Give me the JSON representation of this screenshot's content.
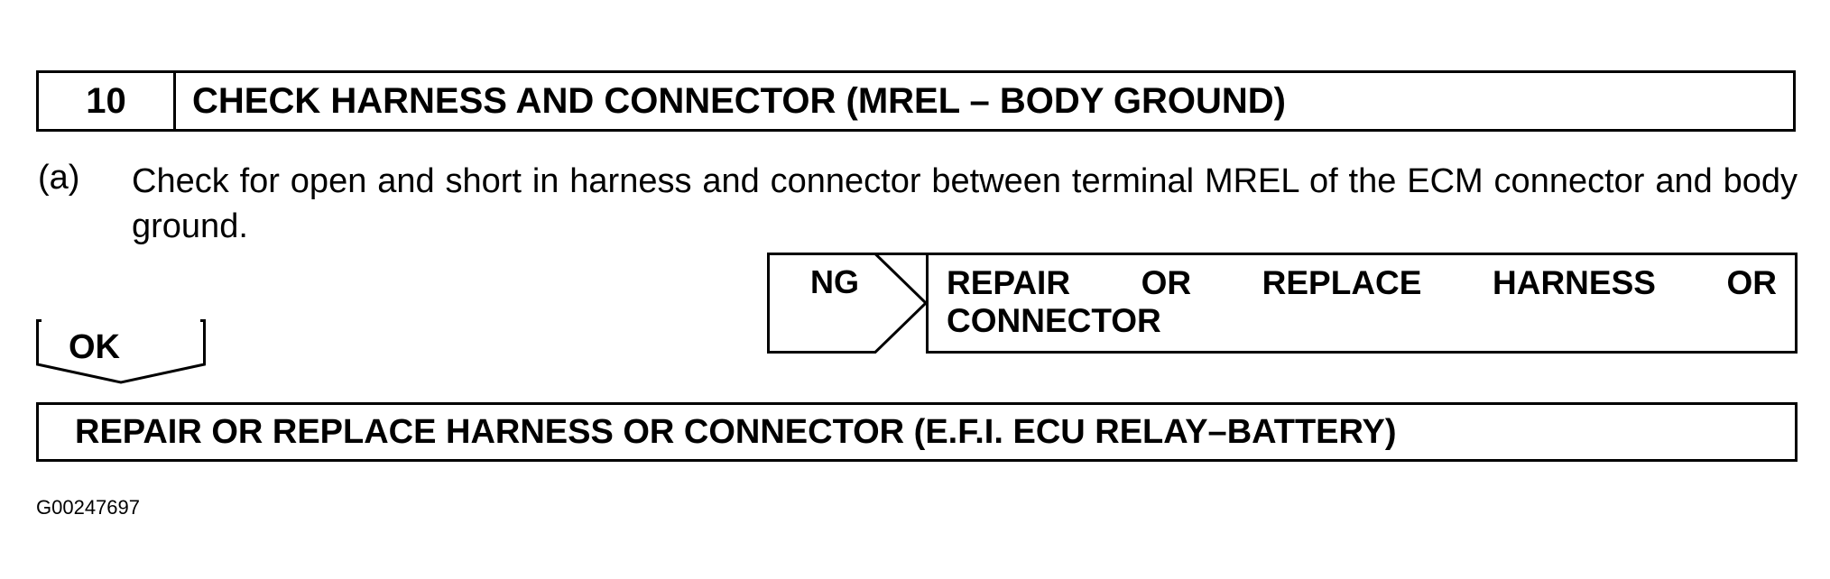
{
  "step": {
    "number": "10",
    "title": "CHECK HARNESS AND CONNECTOR (MREL – BODY GROUND)"
  },
  "instruction": {
    "label": "(a)",
    "text": "Check for open and short in harness and connector between terminal MREL of the ECM connector and body ground."
  },
  "ng": {
    "label": "NG",
    "result_words": [
      "REPAIR",
      "OR",
      "REPLACE",
      "HARNESS",
      "OR"
    ],
    "result_line2": "CONNECTOR"
  },
  "ok": {
    "label": "OK"
  },
  "final": {
    "text": "REPAIR OR REPLACE HARNESS OR CONNECTOR (E.F.I. ECU RELAY–BATTERY)"
  },
  "figure_id": "G00247697"
}
